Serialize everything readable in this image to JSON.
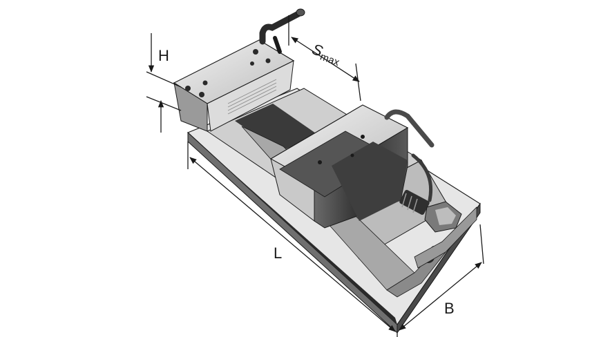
{
  "labels": {
    "height": "H",
    "stroke_main": "S",
    "stroke_sub": "max",
    "length": "L",
    "width": "B"
  },
  "colors": {
    "metal_light": "#d9d9d9",
    "metal_mid": "#9a9a9a",
    "metal_dark": "#3c3c3c",
    "line": "#1a1a1a"
  }
}
